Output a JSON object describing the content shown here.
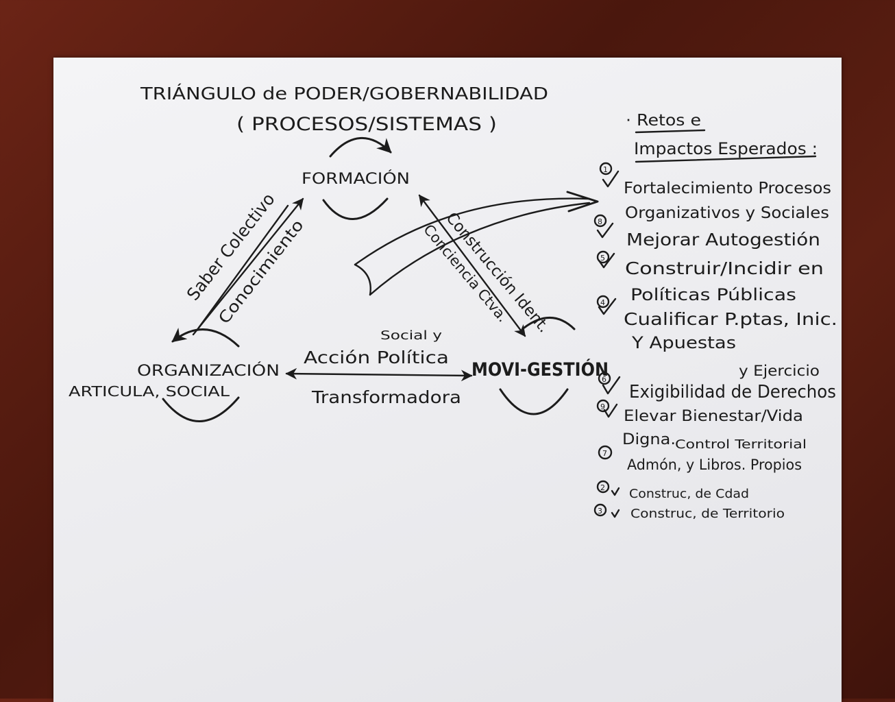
{
  "title": {
    "line1": "TRIÁNGULO de PODER/GOBERNABILIDAD",
    "line2": "( PROCESOS/SISTEMAS )"
  },
  "nodes": {
    "formacion": "FORMACIÓN",
    "organizacion_line1": "ORGANIZACIÓN",
    "organizacion_line2": "ARTICULA, SOCIAL",
    "movigestion": "MOVI-GESTIÓN"
  },
  "edges": {
    "left_a": "Saber Colectivo",
    "left_b": "Conocimiento",
    "bottom_small": "Social y",
    "bottom_top": "Acción Política",
    "bottom_under": "Transformadora",
    "right_a": "Construcción Ident.",
    "right_b": "Conciencia Ctva."
  },
  "sidebar": {
    "heading_line1": "· Retos e",
    "heading_line2": "Impactos Esperados :",
    "items": [
      {
        "num": "1",
        "lines": [
          "Fortalecimiento Procesos",
          "Organizativos y Sociales"
        ]
      },
      {
        "num": "8",
        "lines": [
          "Mejorar Autogestión"
        ]
      },
      {
        "num": "5",
        "lines": [
          "Construir/Incidir en",
          "Políticas Públicas"
        ]
      },
      {
        "num": "4",
        "lines": [
          "Cualificar P.ptas, Inic.",
          "Y Apuestas"
        ]
      },
      {
        "num": "6",
        "lines": [
          "y Ejercicio",
          "Exigibilidad de Derechos"
        ]
      },
      {
        "num": "9",
        "lines": [
          "Elevar Bienestar/Vida",
          "Digna."
        ]
      },
      {
        "num": "7",
        "lines": [
          "Control Territorial",
          "Admón, y Libros. Propios"
        ]
      },
      {
        "num": "2",
        "lines": [
          "Construc, de Cdad"
        ]
      },
      {
        "num": "3",
        "lines": [
          "Construc, de Territorio"
        ]
      }
    ]
  }
}
